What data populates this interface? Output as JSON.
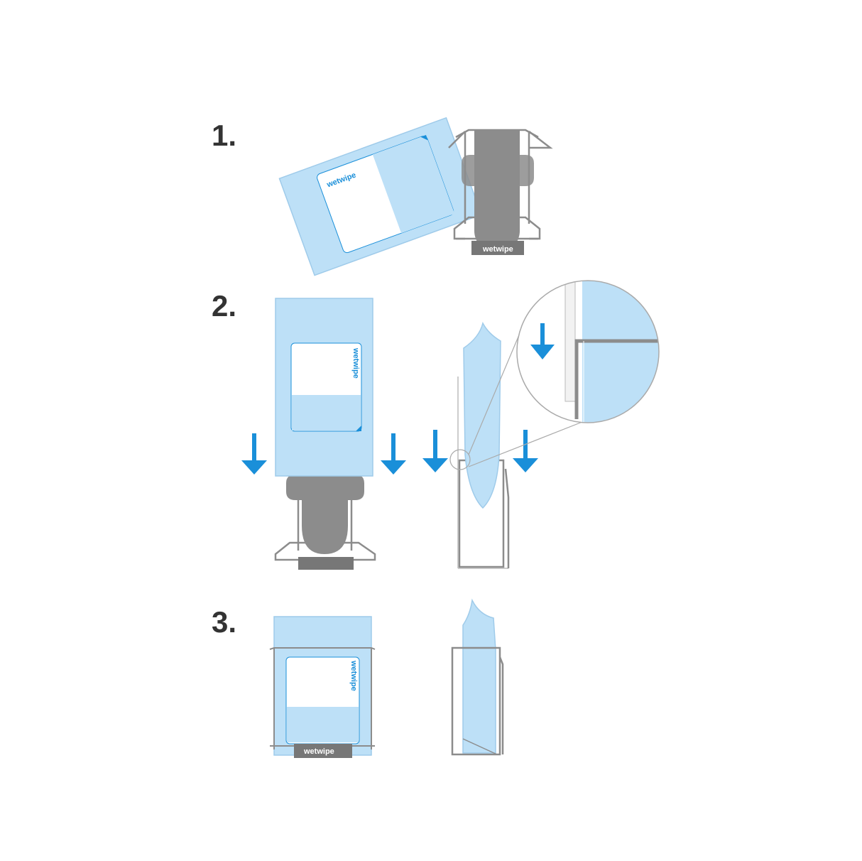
{
  "steps": [
    {
      "number": "1."
    },
    {
      "number": "2."
    },
    {
      "number": "3."
    }
  ],
  "brand": {
    "logo_text": "wetwipe"
  },
  "colors": {
    "pack_blue": "#bde0f7",
    "pack_blue_stroke": "#9fcbea",
    "arrow_blue": "#1a8fd9",
    "holder_gray": "#8c8c8c",
    "holder_dark": "#777777",
    "number_color": "#333333"
  },
  "icons": [
    "arrow-down-icon"
  ]
}
